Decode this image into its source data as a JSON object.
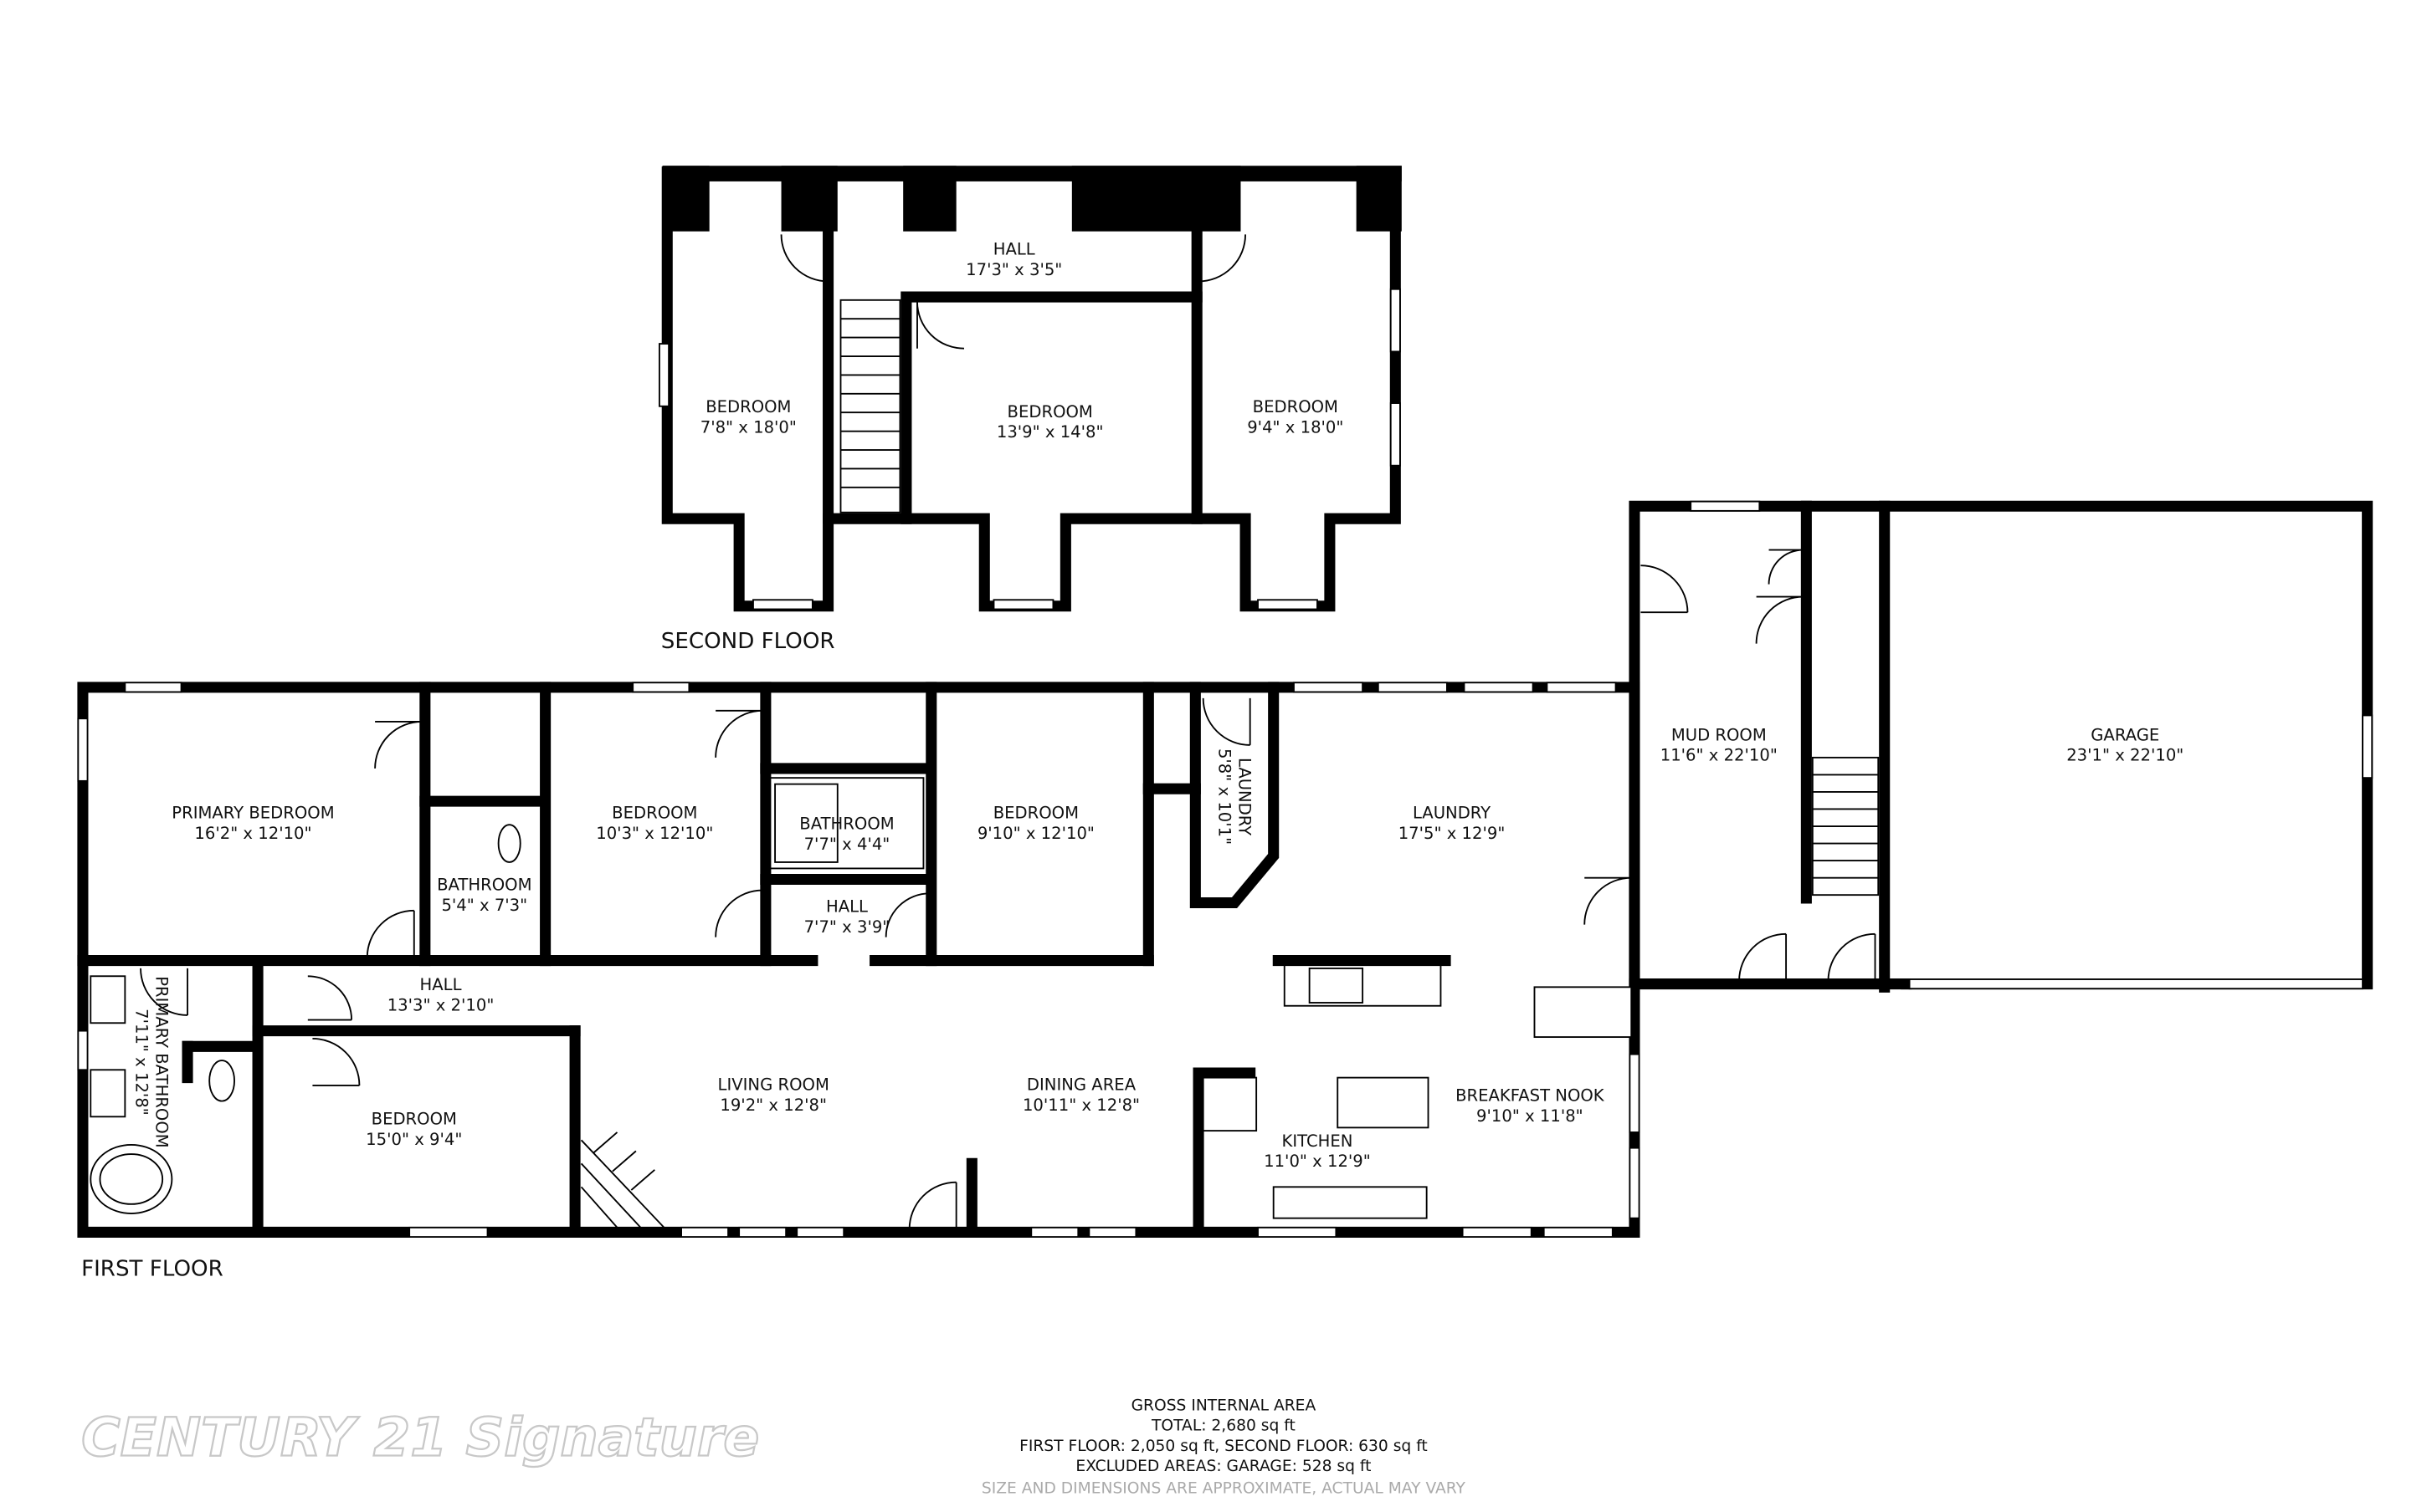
{
  "second_floor": {
    "label": "SECOND FLOOR",
    "rooms": [
      {
        "name": "HALL",
        "size": "17'3\" x 3'5\""
      },
      {
        "name": "BEDROOM",
        "size": "7'8\" x 18'0\""
      },
      {
        "name": "BEDROOM",
        "size": "13'9\" x 14'8\""
      },
      {
        "name": "BEDROOM",
        "size": "9'4\" x 18'0\""
      }
    ]
  },
  "first_floor": {
    "label": "FIRST FLOOR",
    "rooms": [
      {
        "name": "PRIMARY BEDROOM",
        "size": "16'2\" x 12'10\""
      },
      {
        "name": "BATHROOM",
        "size": "5'4\" x 7'3\""
      },
      {
        "name": "BEDROOM",
        "size": "10'3\" x 12'10\""
      },
      {
        "name": "BATHROOM",
        "size": "7'7\" x 4'4\""
      },
      {
        "name": "HALL",
        "size": "7'7\" x 3'9\""
      },
      {
        "name": "BEDROOM",
        "size": "9'10\" x 12'10\""
      },
      {
        "name": "LAUNDRY",
        "size": "5'8\" x 10'1\""
      },
      {
        "name": "LAUNDRY",
        "size": "17'5\" x 12'9\""
      },
      {
        "name": "MUD ROOM",
        "size": "11'6\" x 22'10\""
      },
      {
        "name": "GARAGE",
        "size": "23'1\" x 22'10\""
      },
      {
        "name": "PRIMARY BATHROOM",
        "size": "7'11\" x 12'8\""
      },
      {
        "name": "HALL",
        "size": "13'3\" x 2'10\""
      },
      {
        "name": "BEDROOM",
        "size": "15'0\" x 9'4\""
      },
      {
        "name": "LIVING ROOM",
        "size": "19'2\" x 12'8\""
      },
      {
        "name": "DINING AREA",
        "size": "10'11\" x 12'8\""
      },
      {
        "name": "BREAKFAST NOOK",
        "size": "9'10\" x 11'8\""
      },
      {
        "name": "KITCHEN",
        "size": "11'0\" x 12'9\""
      }
    ]
  },
  "summary": {
    "title": "GROSS INTERNAL AREA",
    "total": "TOTAL: 2,680 sq ft",
    "floors": "FIRST FLOOR: 2,050 sq ft, SECOND FLOOR: 630 sq ft",
    "excluded": "EXCLUDED AREAS: GARAGE: 528 sq ft",
    "disclaimer": "SIZE AND DIMENSIONS ARE APPROXIMATE, ACTUAL MAY VARY"
  },
  "watermark": "CENTURY 21 Signature"
}
